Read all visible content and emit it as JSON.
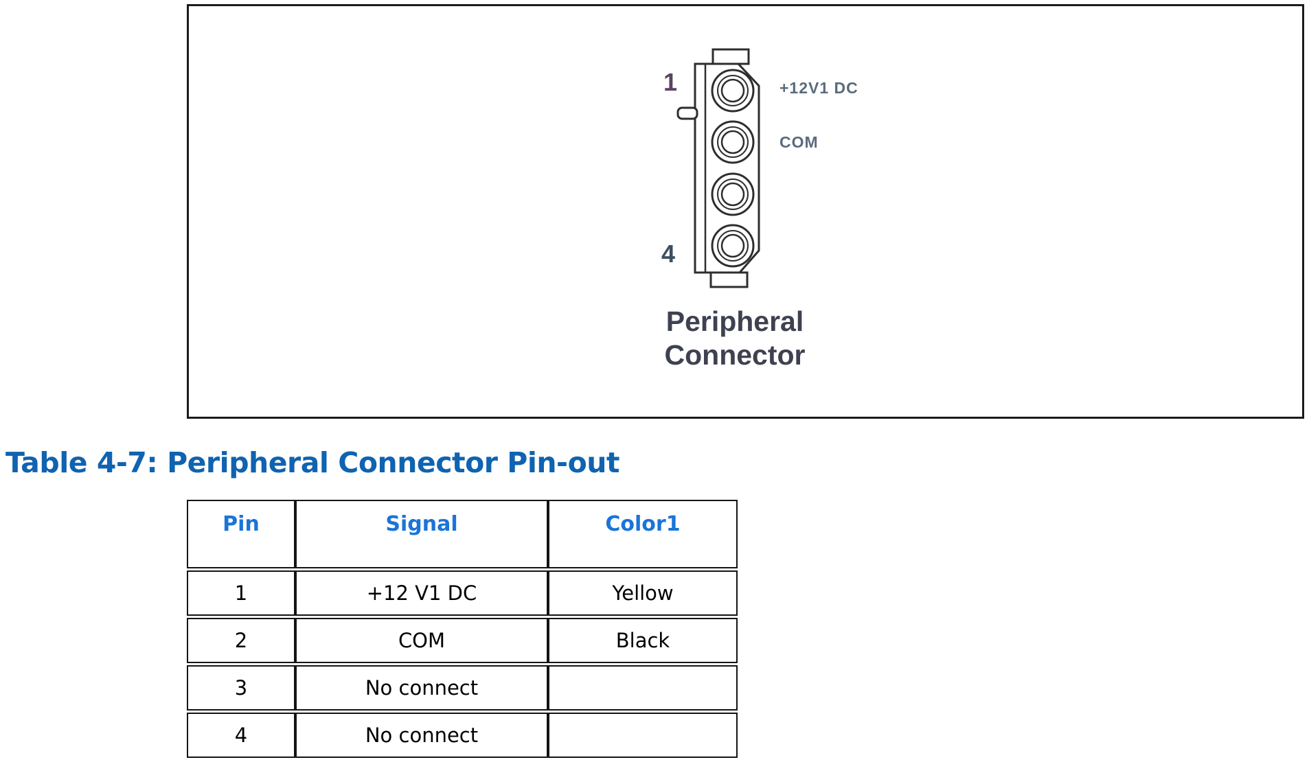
{
  "document": {
    "heading": "Table 4-7: Peripheral Connector Pin-out"
  },
  "figure": {
    "connector": {
      "pin_first": "1",
      "pin_last": "4",
      "signal_top": "+12V1 DC",
      "signal_second": "COM",
      "caption_line1": "Peripheral",
      "caption_line2": "Connector"
    }
  },
  "table": {
    "headers": [
      "Pin",
      "Signal",
      "Color1"
    ],
    "rows": [
      [
        "1",
        "+12 V1 DC",
        "Yellow"
      ],
      [
        "2",
        "COM",
        "Black"
      ],
      [
        "3",
        "No connect",
        ""
      ],
      [
        "4",
        "No connect",
        ""
      ]
    ]
  },
  "colors": {
    "heading_blue": "#0f63b0",
    "table_header_blue": "#1b74d8",
    "diagram_line": "#2e2e2e",
    "caption_color": "#3e4150",
    "signal_label_color": "#5a6b7c",
    "pin1_label_color": "#5b4263",
    "pin4_label_color": "#3d4f60"
  }
}
